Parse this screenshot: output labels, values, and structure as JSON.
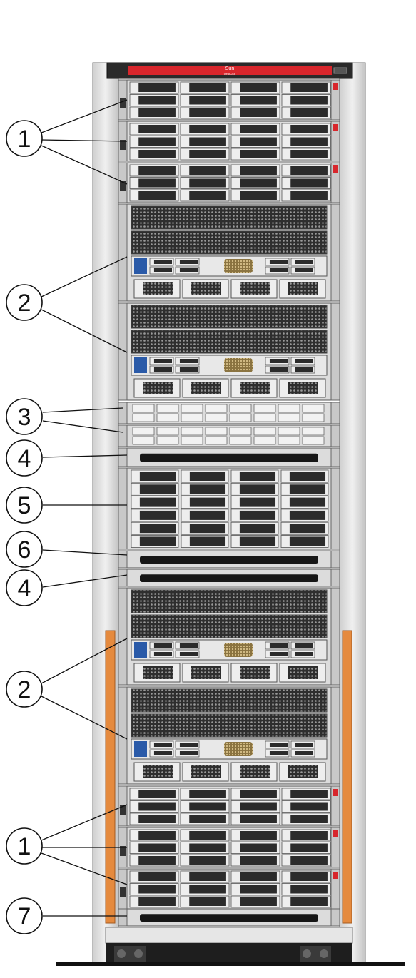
{
  "logo": {
    "brand": "Sun",
    "sub": "ORACLE"
  },
  "callouts": [
    {
      "label": "1",
      "component": "storage-server-upper",
      "targets": 3
    },
    {
      "label": "2",
      "component": "database-server-upper",
      "targets": 2
    },
    {
      "label": "3",
      "component": "network-switch",
      "targets": 2
    },
    {
      "label": "4",
      "component": "filler-panel-upper",
      "targets": 1
    },
    {
      "label": "5",
      "component": "storage-expansion",
      "targets": 1
    },
    {
      "label": "6",
      "component": "filler-panel-middle",
      "targets": 1
    },
    {
      "label": "4",
      "component": "filler-panel-lower",
      "targets": 1
    },
    {
      "label": "2",
      "component": "database-server-lower",
      "targets": 2
    },
    {
      "label": "1",
      "component": "storage-server-lower",
      "targets": 3
    },
    {
      "label": "7",
      "component": "filler-panel-bottom",
      "targets": 1
    }
  ],
  "colors": {
    "frame": "#e3e3e3",
    "frame_shadow": "#b8b8b8",
    "top_panel": "#2a2a2a",
    "red_stripe": "#d8262c",
    "orange_strip": "#e58a3e",
    "vent_black": "#161616",
    "chassis": "#d9d9d9",
    "drive": "#2b2b2b",
    "gold_vent": "#b89b5e"
  }
}
